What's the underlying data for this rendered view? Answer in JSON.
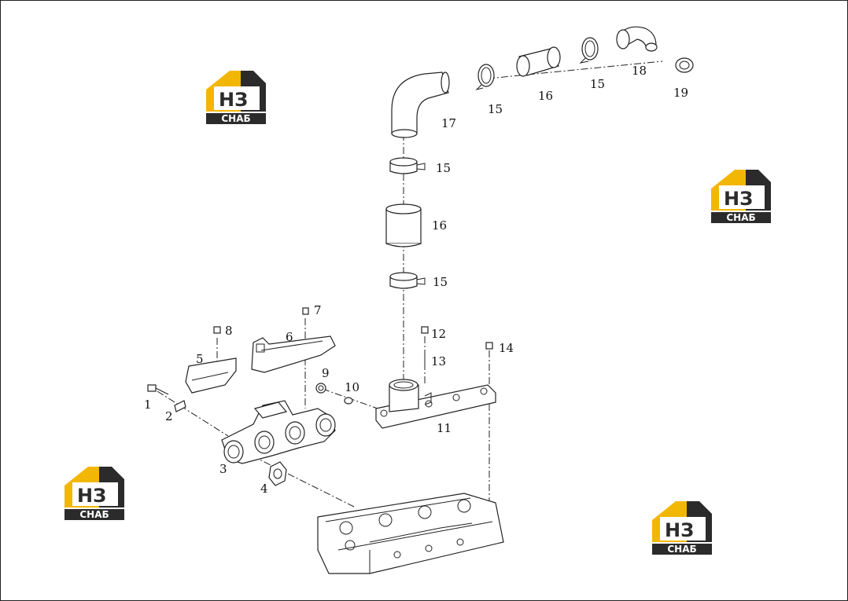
{
  "diagram": {
    "part_labels": [
      "1",
      "2",
      "3",
      "4",
      "5",
      "6",
      "7",
      "8",
      "9",
      "10",
      "11",
      "12",
      "13",
      "14",
      "15",
      "15",
      "15",
      "15",
      "16",
      "16",
      "17",
      "18",
      "19"
    ],
    "watermark": {
      "mark": "НЗ",
      "caption": "СНАБ"
    },
    "colors": {
      "line": "#222222",
      "logo_yellow": "#f2b705",
      "logo_dark": "#2b2b2b"
    }
  }
}
